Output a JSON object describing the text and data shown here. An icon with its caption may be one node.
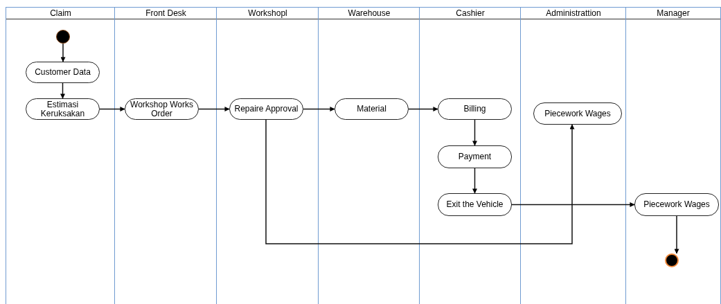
{
  "diagram": {
    "nodes": [
      {
        "text": [
          "Claim"
        ]
      },
      {
        "text": [
          "Front Desk"
        ]
      },
      {
        "text": [
          "Workshopl"
        ]
      },
      {
        "text": [
          "Warehouse"
        ]
      },
      {
        "text": [
          "Cashier"
        ]
      },
      {
        "text": [
          "Administrattion"
        ]
      },
      {
        "text": [
          "Manager"
        ]
      },
      {
        "text": [],
        "shape": "circle",
        "in": 0
      },
      {
        "text": [
          "Customer Data"
        ],
        "in": 0
      },
      {
        "text": [
          "Estimasi Keruksakan"
        ],
        "in": 0
      },
      {
        "text": [
          "Workshop Works Order"
        ],
        "in": 1
      },
      {
        "text": [
          "Repaire Approval"
        ],
        "in": 2
      },
      {
        "text": [
          "Material"
        ],
        "in": 3
      },
      {
        "text": [
          "Billing"
        ],
        "in": 4
      },
      {
        "text": [
          "Piecework Wages"
        ],
        "in": 5
      },
      {
        "text": [
          "Payment"
        ],
        "in": 4
      },
      {
        "text": [
          "Exit the Vehicle"
        ],
        "in": 4
      },
      {
        "text": [
          "Piecework Wages"
        ],
        "in": 6
      },
      {
        "text": [],
        "shape": "circle",
        "in": 6
      }
    ],
    "edges": [
      {
        "from": 7,
        "to": 8,
        "arrow": "to"
      },
      {
        "from": 8,
        "to": 9,
        "arrow": "to"
      },
      {
        "from": 9,
        "to": 10,
        "arrow": "to"
      },
      {
        "from": 10,
        "to": 11,
        "arrow": "to"
      },
      {
        "from": 11,
        "to": 12,
        "arrow": "to"
      },
      {
        "from": 12,
        "to": 13,
        "arrow": "to"
      },
      {
        "from": 13,
        "to": 15,
        "arrow": "to"
      },
      {
        "from": 15,
        "to": 16,
        "arrow": "to"
      },
      {
        "from": 16,
        "to": 17,
        "arrow": "to"
      },
      {
        "from": 11,
        "to": 14,
        "arrow": "to"
      },
      {
        "from": 17,
        "to": 18,
        "arrow": "to"
      }
    ]
  }
}
